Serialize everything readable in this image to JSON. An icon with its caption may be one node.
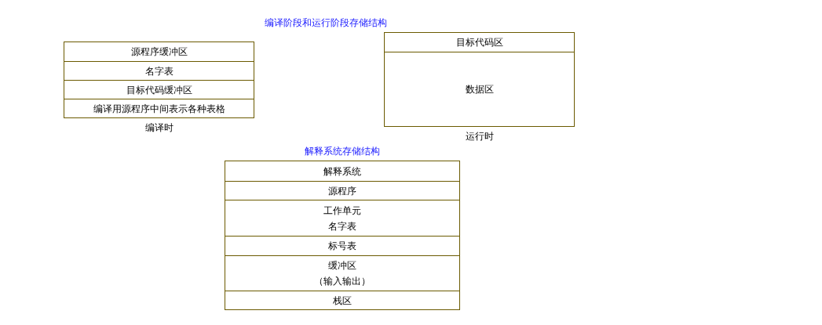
{
  "diagram": {
    "title": "编译阶段和运行阶段存储结构",
    "nodes": [
      {
        "text": [],
        "shape": "box",
        "beside": [
          "编译时"
        ]
      },
      {
        "text": [
          "源程序缓冲区"
        ],
        "in": 0
      },
      {
        "text": [
          "名字表"
        ],
        "in": 0
      },
      {
        "text": [
          "目标代码缓冲区"
        ],
        "in": 0
      },
      {
        "text": [
          "编译用源程序中间表示各种表格"
        ],
        "in": 0
      },
      {
        "text": [],
        "shape": "box",
        "beside": [
          "运行时"
        ]
      },
      {
        "text": [
          "目标代码区"
        ],
        "in": 5
      },
      {
        "text": [
          "数据区"
        ],
        "in": 5
      },
      {
        "text": [
          "解释系统存储结构"
        ]
      },
      {
        "text": [
          "解释系统"
        ],
        "in": 8
      },
      {
        "text": [
          "源程序"
        ],
        "in": 8
      },
      {
        "text": [
          "工作单元",
          "名字表"
        ],
        "in": 8
      },
      {
        "text": [
          "标号表"
        ],
        "in": 8
      },
      {
        "text": [
          "缓冲区",
          "（输入输出）"
        ],
        "in": 8
      },
      {
        "text": [
          "栈区"
        ],
        "in": 8
      }
    ],
    "edges": []
  }
}
